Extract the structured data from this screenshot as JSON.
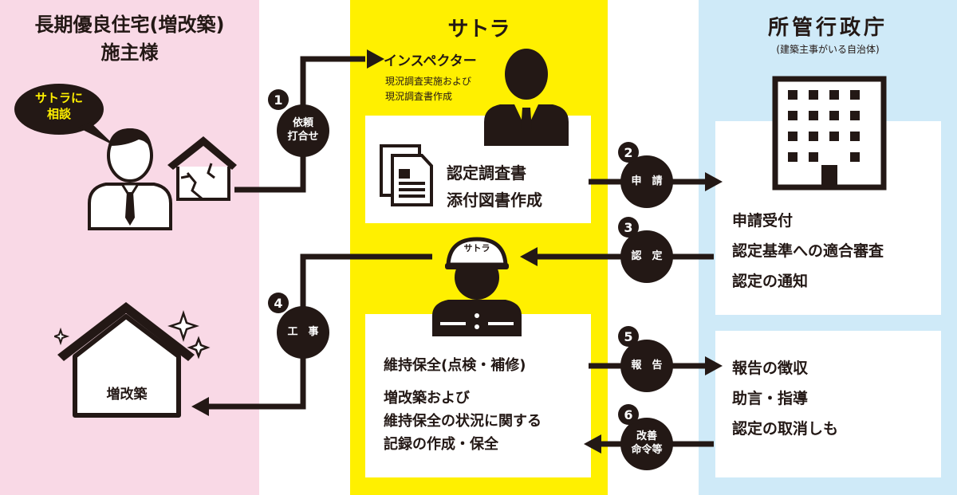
{
  "columns": {
    "owner": {
      "title_line1": "長期優良住宅(増改築)",
      "title_line2": "施主様",
      "bubble": "サトラに\n相談",
      "house_label": "増改築"
    },
    "satora": {
      "title": "サトラ",
      "inspector_title": "インスペクター",
      "inspector_sub1": "現況調査実施および",
      "inspector_sub2": "現況調査書作成",
      "doc_line1": "認定調査書",
      "doc_line2": "添付図書作成",
      "helmet_text": "サトラ",
      "maint_title": "維持保全(点検・補修)",
      "maint_line1": "増改築および",
      "maint_line2": "維持保全の状況に関する",
      "maint_line3": "記録の作成・保全"
    },
    "authority": {
      "title": "所管行政庁",
      "subtitle": "(建築主事がいる自治体)",
      "box1_line1": "申請受付",
      "box1_line2": "認定基準への適合審査",
      "box1_line3": "認定の通知",
      "box2_line1": "報告の徴収",
      "box2_line2": "助言・指導",
      "box2_line3": "認定の取消しも"
    }
  },
  "steps": [
    {
      "num": "1",
      "label": "依頼\n打合せ"
    },
    {
      "num": "2",
      "label": "申　請"
    },
    {
      "num": "3",
      "label": "認　定"
    },
    {
      "num": "4",
      "label": "工　事"
    },
    {
      "num": "5",
      "label": "報　告"
    },
    {
      "num": "6",
      "label": "改善\n命令等"
    }
  ],
  "colors": {
    "owner_bg": "#f9d9e6",
    "satora_bg": "#fff000",
    "authority_bg": "#cfeaf8",
    "dark": "#231815",
    "bubble_text": "#fff000"
  }
}
